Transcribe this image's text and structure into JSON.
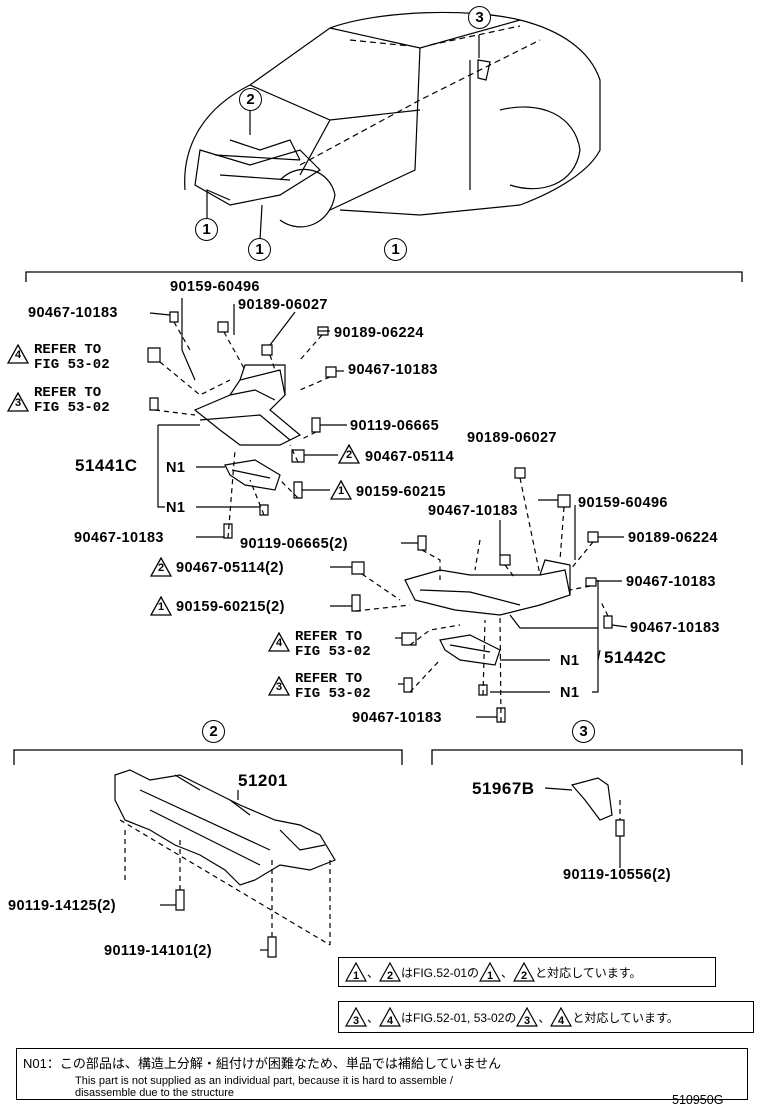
{
  "callouts": {
    "one": "1",
    "two": "2",
    "three": "3",
    "four": "4"
  },
  "parts": {
    "p90159_60496_a": "90159-60496",
    "p90189_06027_a": "90189-06027",
    "p90467_10183_a": "90467-10183",
    "p90189_06224_a": "90189-06224",
    "p90467_10183_b": "90467-10183",
    "p90119_06665_a": "90119-06665",
    "p90467_05114_a": "90467-05114",
    "p90159_60215_a": "90159-60215",
    "p90467_10183_c": "90467-10183",
    "p90119_06665_2": "90119-06665(2)",
    "p90467_05114_2": "90467-05114(2)",
    "p90159_60215_2": "90159-60215(2)",
    "p90189_06027_b": "90189-06027",
    "p90159_60496_b": "90159-60496",
    "p90467_10183_d": "90467-10183",
    "p90189_06224_b": "90189-06224",
    "p90467_10183_e": "90467-10183",
    "p90467_10183_f": "90467-10183",
    "p90467_10183_g": "90467-10183",
    "p51441C": "51441C",
    "p51442C": "51442C",
    "p51201": "51201",
    "p51967B": "51967B",
    "p90119_14125": "90119-14125(2)",
    "p90119_14101": "90119-14101(2)",
    "p90119_10556": "90119-10556(2)",
    "n1": "N1"
  },
  "refs": {
    "fig53_02": "REFER TO\nFIG 53-02"
  },
  "notes": {
    "box1_a": "、",
    "box1_b": "はFIG.52-01の",
    "box1_c": "、",
    "box1_d": "と対応しています。",
    "box2_a": "、",
    "box2_b": "はFIG.52-01, 53-02の",
    "box2_c": "、",
    "box2_d": "と対応しています。",
    "n01_jp": "N01：この部品は、構造上分解・組付けが困難なため、単品では補給していません",
    "n01_en": "This part is not supplied as an individual part, because it is hard to assemble /\ndisassemble due to the structure"
  },
  "figure_id": "510950G"
}
